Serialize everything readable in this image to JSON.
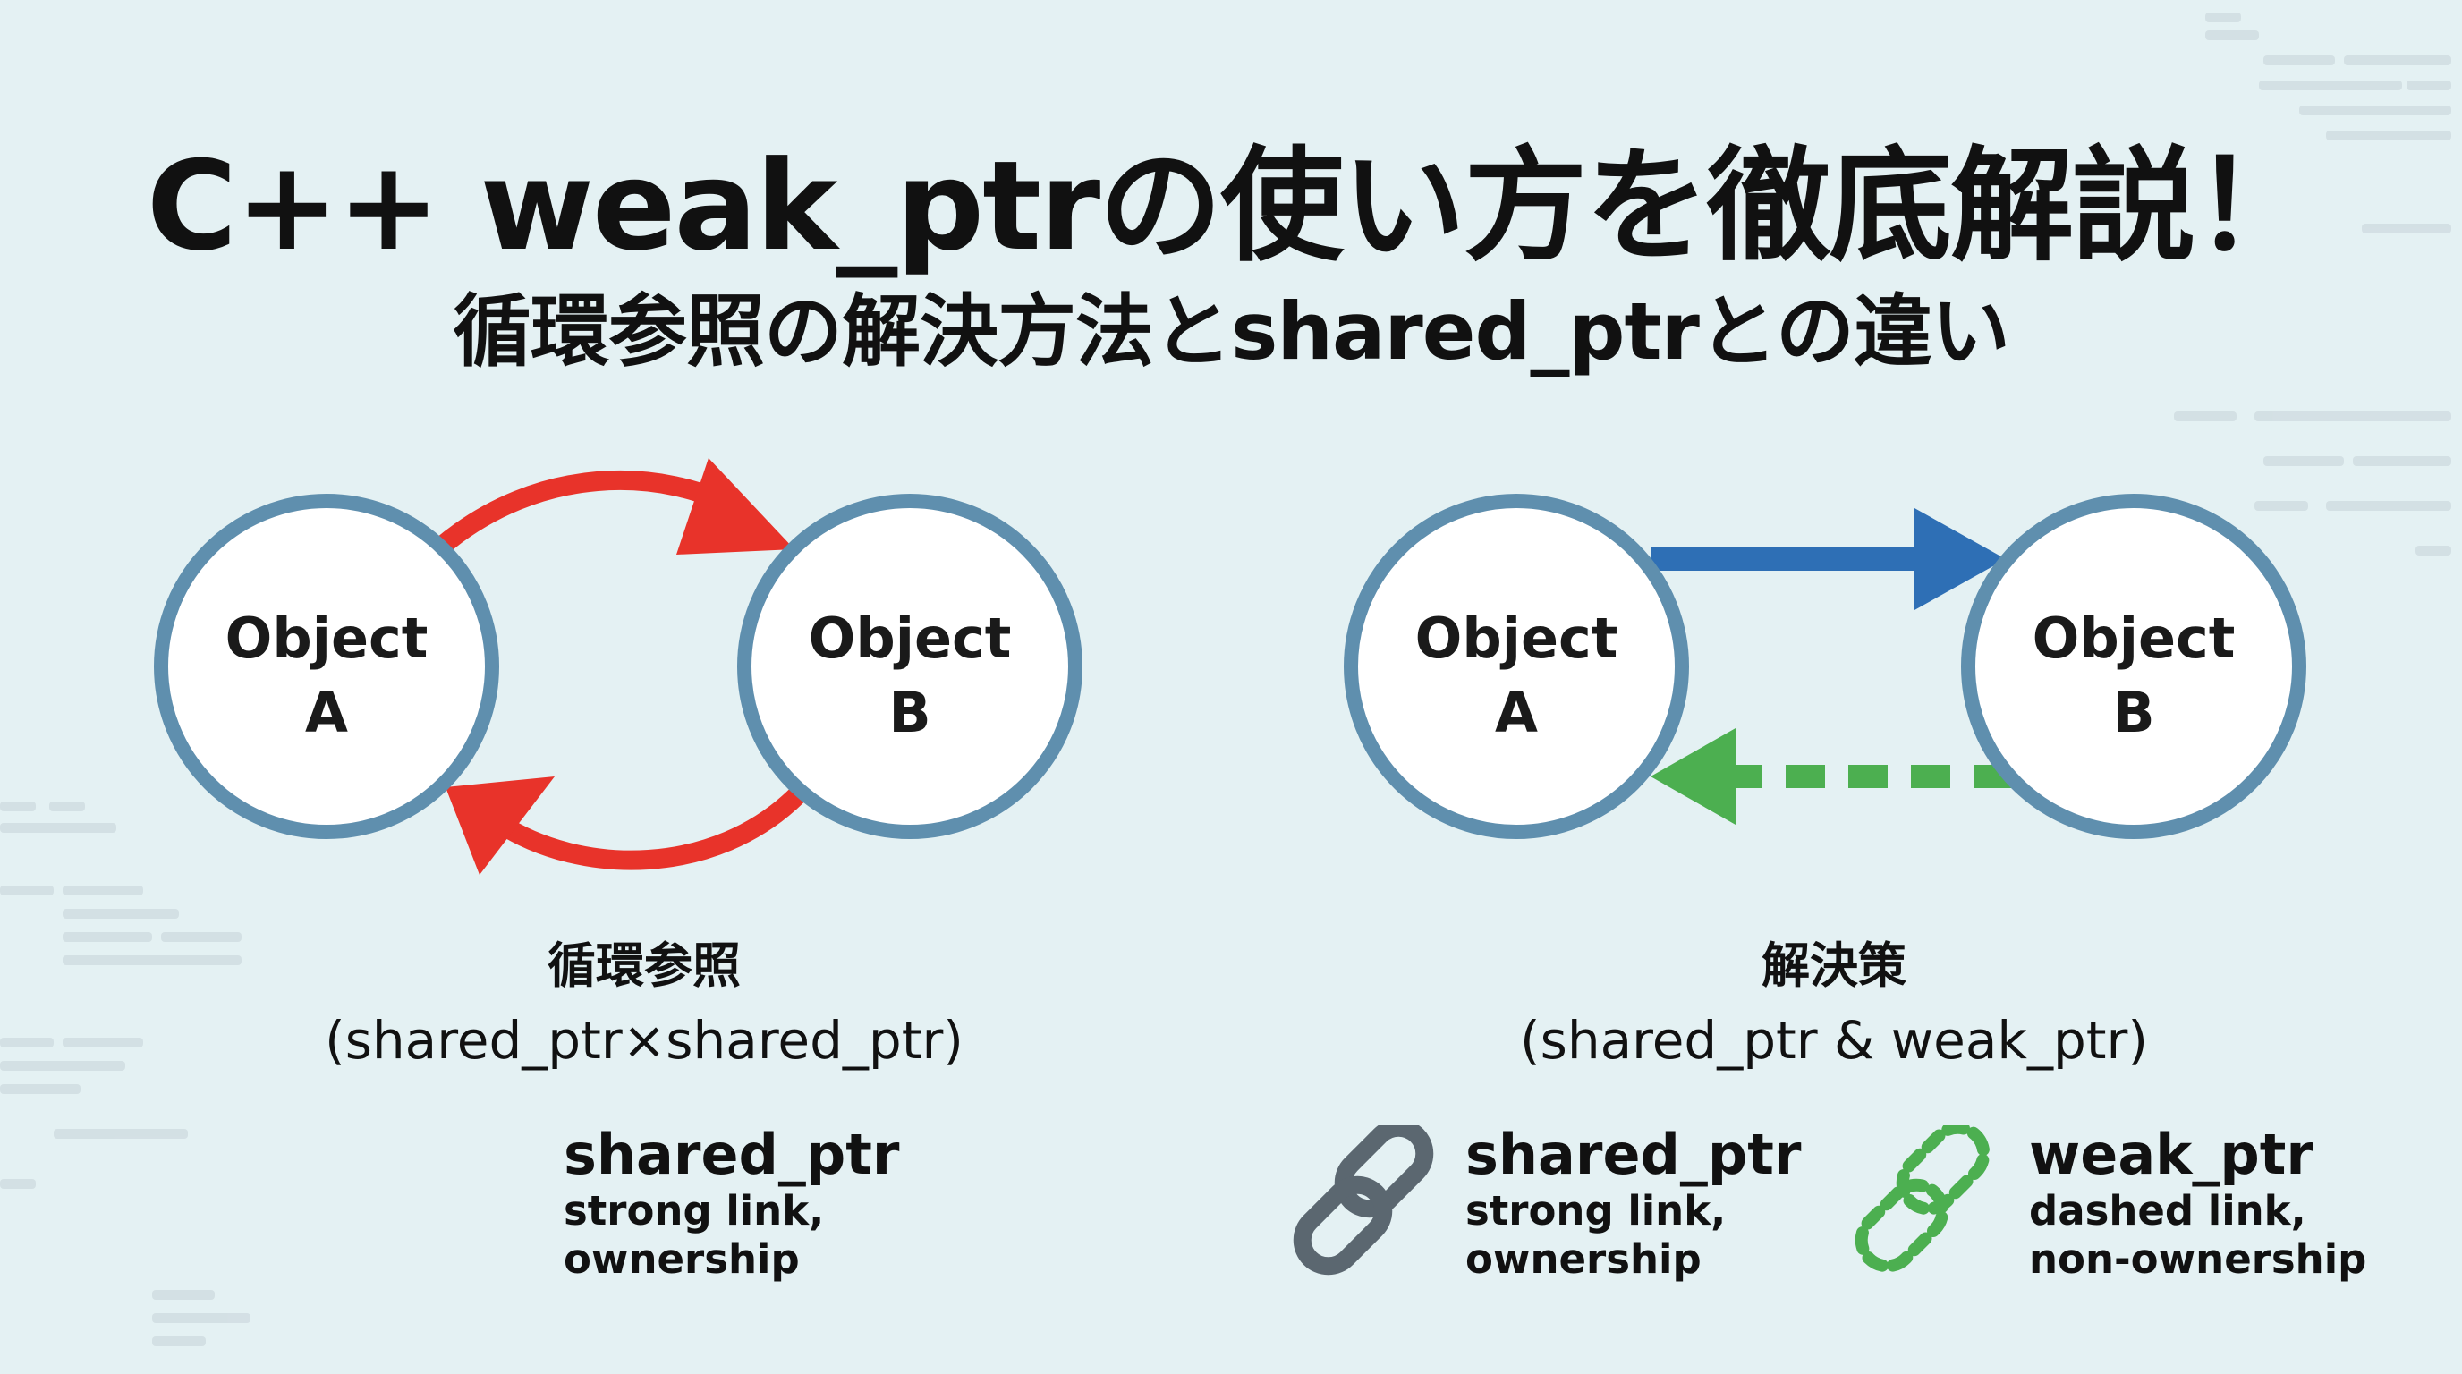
{
  "title": "C++ weak_ptrの使い方を徹底解説！",
  "subtitle": "循環参照の解決方法とshared_ptrとの違い",
  "left_diagram": {
    "node_a": [
      "Object",
      "A"
    ],
    "node_b": [
      "Object",
      "B"
    ],
    "caption_name": "循環参照",
    "caption_desc": "(shared_ptr×shared_ptr)",
    "legend": {
      "name": "shared_ptr",
      "desc_1": "strong link,",
      "desc_2": "ownership"
    }
  },
  "right_diagram": {
    "node_a": [
      "Object",
      "A"
    ],
    "node_b": [
      "Object",
      "B"
    ],
    "caption_name": "解決策",
    "caption_desc": "(shared_ptr & weak_ptr)",
    "legend_shared": {
      "name": "shared_ptr",
      "desc_1": "strong link,",
      "desc_2": "ownership",
      "icon": "chain-link-icon"
    },
    "legend_weak": {
      "name": "weak_ptr",
      "desc_1": "dashed link,",
      "desc_2": "non-ownership",
      "icon": "dashed-chain-link-icon"
    }
  },
  "colors": {
    "background": "#e4f1f3",
    "node_border": "#5f8fae",
    "cycle_arrow": "#e8332a",
    "shared_arrow": "#2e6fb5",
    "weak_arrow": "#4caf50",
    "chain_icon": "#5b6770"
  }
}
